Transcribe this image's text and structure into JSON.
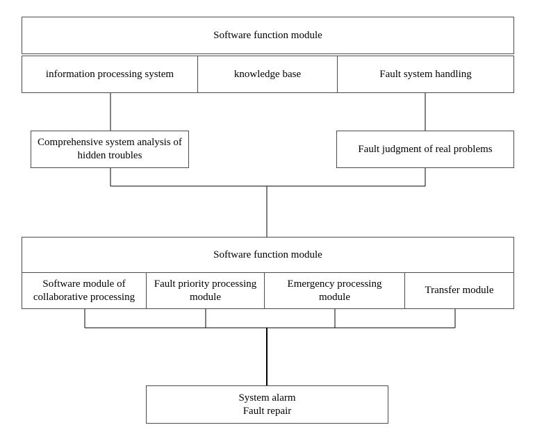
{
  "top_block": {
    "title": "Software function module",
    "items": [
      "information processing system",
      "knowledge base",
      "Fault system handling"
    ]
  },
  "left_analysis": "Comprehensive system analysis of\nhidden troubles",
  "right_judgment": "Fault judgment of real problems",
  "bottom_block": {
    "title": "Software function module",
    "items": [
      "Software module of\ncollaborative processing",
      "Fault priority processing\nmodule",
      "Emergency processing\nmodule",
      "Transfer module"
    ]
  },
  "final_box": {
    "line1": "System alarm",
    "line2": "Fault repair"
  }
}
